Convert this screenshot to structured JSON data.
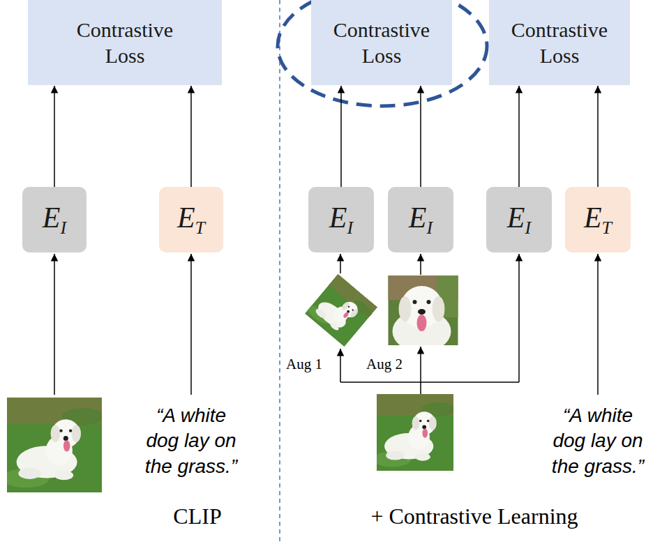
{
  "diagram": {
    "nodes": [
      {
        "text": [
          "Contrastive Loss"
        ]
      },
      {
        "text": [
          "EI"
        ]
      },
      {
        "text": [
          "ET"
        ]
      },
      {
        "text": [
          "Contrastive Loss"
        ]
      },
      {
        "text": [
          "Contrastive Loss"
        ]
      },
      {
        "text": [
          "EI"
        ]
      },
      {
        "text": [
          "EI"
        ]
      },
      {
        "text": [
          "EI"
        ]
      },
      {
        "text": [
          "ET"
        ]
      }
    ],
    "edges": [
      {
        "from": 1,
        "to": 0,
        "arrow": "to"
      },
      {
        "from": 2,
        "to": 0,
        "arrow": "to"
      },
      {
        "from": 5,
        "to": 3,
        "arrow": "to"
      },
      {
        "from": 6,
        "to": 3,
        "arrow": "to"
      },
      {
        "from": 7,
        "to": 4,
        "arrow": "to"
      },
      {
        "from": 8,
        "to": 4,
        "arrow": "to"
      }
    ],
    "labels": [
      "Aug 1",
      "Aug 2",
      "“A white dog lay on the grass.”",
      "“A white dog lay on the grass.”",
      "CLIP",
      "+ Contrastive Learning"
    ]
  }
}
